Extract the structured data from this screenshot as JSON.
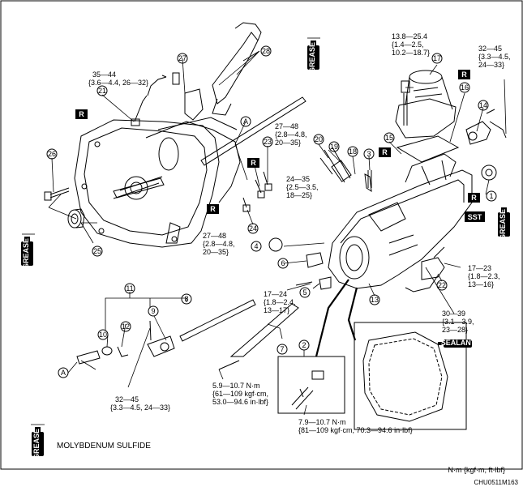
{
  "legend": {
    "moly_label": "MOLYBDENUM SULFIDE"
  },
  "units": "N·m {kgf·m, ft·lbf}",
  "figure_code": "CHU0511M163",
  "tags": {
    "R": "R",
    "SST": "SST",
    "A": "A",
    "grease": "GREASE",
    "sealant": "SEALANT"
  },
  "callouts": [
    "1",
    "2",
    "3",
    "4",
    "5",
    "6",
    "7",
    "8",
    "9",
    "10",
    "11",
    "12",
    "13",
    "14",
    "15",
    "16",
    "17",
    "18",
    "19",
    "20",
    "21",
    "22",
    "23",
    "24",
    "25",
    "26",
    "27",
    "28"
  ],
  "torques": {
    "t_35_44": [
      "35—44",
      "{3.6—4.4, 26—32}"
    ],
    "t_13_8": [
      "13.8—25.4",
      "{1.4—2.5,",
      "10.2—18.7}"
    ],
    "t_32_45_top": [
      "32—45",
      "{3.3—4.5,",
      "24—33}"
    ],
    "t_27_48_a": [
      "27—48",
      "{2.8—4.8,",
      "20—35}"
    ],
    "t_24_35": [
      "24—35",
      "{2.5—3.5,",
      "18—25}"
    ],
    "t_27_48_b": [
      "27—48",
      "{2.8—4.8,",
      "20—35}"
    ],
    "t_17_23": [
      "17—23",
      "{1.8—2.3,",
      "13—16}"
    ],
    "t_17_24": [
      "17—24",
      "{1.8—2.4,",
      "13—17}"
    ],
    "t_30_39": [
      "30—39",
      "{3.1—3.9,",
      "23—28}"
    ],
    "t_32_45_bot": [
      "32—45",
      "{3.3—4.5, 24—33}"
    ],
    "t_5_9": [
      "5.9—10.7 N·m",
      "{61—109 kgf·cm,",
      "53.0—94.6 in·lbf}"
    ],
    "t_7_9": [
      "7.9—10.7 N·m",
      "{81—109 kgf·cm, 70.3—94.6 in·lbf}"
    ]
  }
}
